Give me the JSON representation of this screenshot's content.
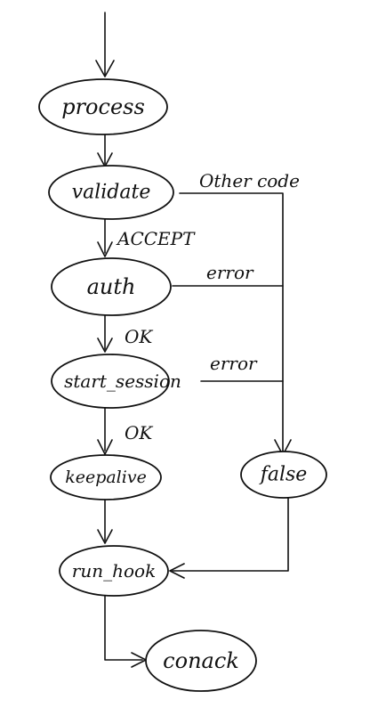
{
  "nodes": {
    "process": "process",
    "validate": "validate",
    "auth": "auth",
    "start_session": "start_session",
    "keepalive": "keepalive",
    "false": "false",
    "run_hook": "run_hook",
    "conack": "conack"
  },
  "edges": {
    "validate_to_auth": "ACCEPT",
    "validate_to_false": "Other code",
    "auth_to_start_session": "OK",
    "auth_to_false": "error",
    "start_session_to_keepalive": "OK",
    "start_session_to_false": "error"
  }
}
